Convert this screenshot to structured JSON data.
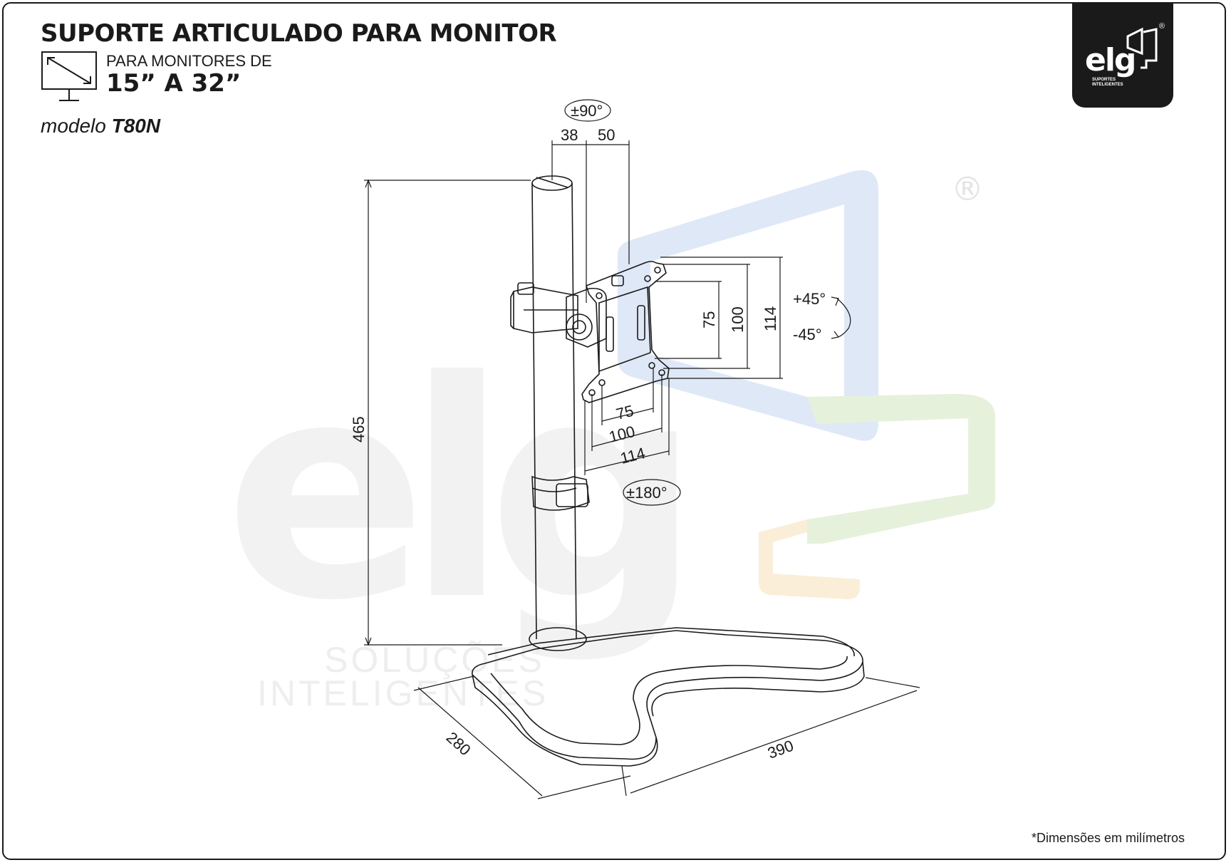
{
  "header": {
    "title": "SUPORTE ARTICULADO PARA MONITOR",
    "subtitle_line1": "PARA MONITORES DE",
    "subtitle_line2": "15” A 32”",
    "model_prefix": "modelo",
    "model_code": "T80N"
  },
  "logo": {
    "brand": "elg",
    "registered": "®",
    "tagline_line1": "SUPORTES",
    "tagline_line2": "INTELIGENTES"
  },
  "watermark": {
    "brand": "elg",
    "line1": "SOLUÇÕES",
    "line2": "INTELIGENTES",
    "registered": "®",
    "colors": {
      "blue": "#dfe8f7",
      "green": "#e6f1dc",
      "orange": "#fbeed8",
      "gray": "#f2f2f2"
    }
  },
  "dimensions": {
    "pole_height": "465",
    "rotation_top": "±90°",
    "arm_offset_a": "38",
    "arm_offset_b": "50",
    "vesa_v_75": "75",
    "vesa_v_100": "100",
    "vesa_v_114": "114",
    "vesa_h_75": "75",
    "vesa_h_100": "100",
    "vesa_h_114": "114",
    "tilt_up": "+45°",
    "tilt_down": "-45°",
    "rotation_plate": "±180°",
    "base_depth": "280",
    "base_width": "390"
  },
  "footer": {
    "note": "*Dimensões em milímetros"
  },
  "colors": {
    "ink": "#1a1a1a"
  }
}
